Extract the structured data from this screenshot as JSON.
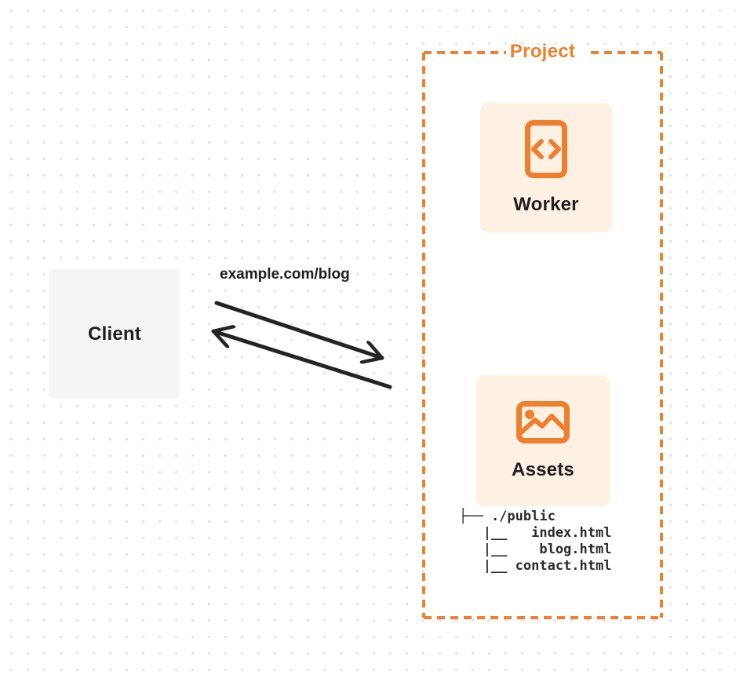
{
  "colors": {
    "accent_orange": "#ee7f2e",
    "card_background": "#fcf1e3",
    "client_background": "#f5f5f6",
    "arrow_color": "#242424",
    "dot_grid_color": "#e2e2e6",
    "label_text": "#1e1e20"
  },
  "client": {
    "label": "Client"
  },
  "request": {
    "label": "example.com/blog"
  },
  "project": {
    "label": "Project",
    "worker": {
      "label": "Worker",
      "icon": "code-file-icon"
    },
    "assets": {
      "label": "Assets",
      "icon": "image-icon"
    },
    "file_tree": {
      "lines": [
        "├── ./public",
        "   |__   index.html",
        "   |__    blog.html",
        "   |__ contact.html"
      ]
    }
  }
}
